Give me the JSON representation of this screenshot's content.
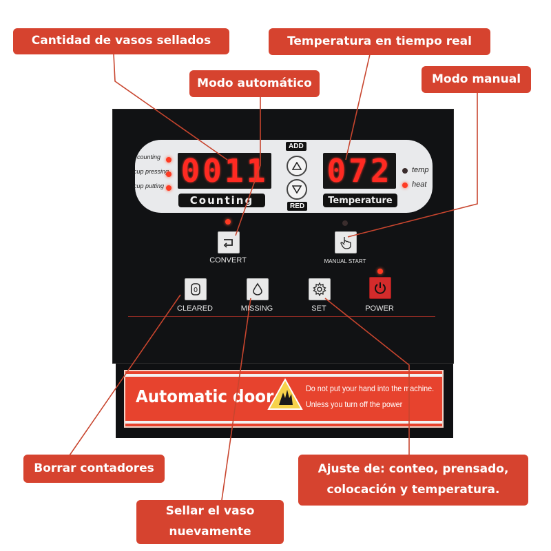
{
  "callouts": {
    "sealed_count": "Cantidad de vasos sellados",
    "real_temp": "Temperatura en tiempo real",
    "auto_mode": "Modo automático",
    "manual_mode": "Modo manual",
    "clear_counters": "Borrar contadores",
    "reseal_line1": "Sellar el vaso",
    "reseal_line2": "nuevamente",
    "settings_line1": "Ajuste de: conteo, prensado,",
    "settings_line2": "colocación y temperatura."
  },
  "display": {
    "side_labels": [
      "counting",
      "cup pressing",
      "cup putting"
    ],
    "counter_value": "0011",
    "counter_label": "Counting",
    "add_label": "ADD",
    "red_label": "RED",
    "temp_value": "072",
    "temp_label": "Temperature",
    "temp_indicators": [
      "temp",
      "heat"
    ]
  },
  "buttons": {
    "convert": "CONVERT",
    "manual_start": "MANUAL START",
    "cleared": "CLEARED",
    "missing": "MISSING",
    "set": "SET",
    "power": "POWER"
  },
  "sticker": {
    "title": "Automatic door",
    "warning_line1": "Do not put your hand into the machine.",
    "warning_line2": "Unless you turn off the power"
  },
  "colors": {
    "accent": "#d6432f",
    "panel": "#111214",
    "segment": "#ff2a22",
    "sticker": "#e7432e"
  }
}
